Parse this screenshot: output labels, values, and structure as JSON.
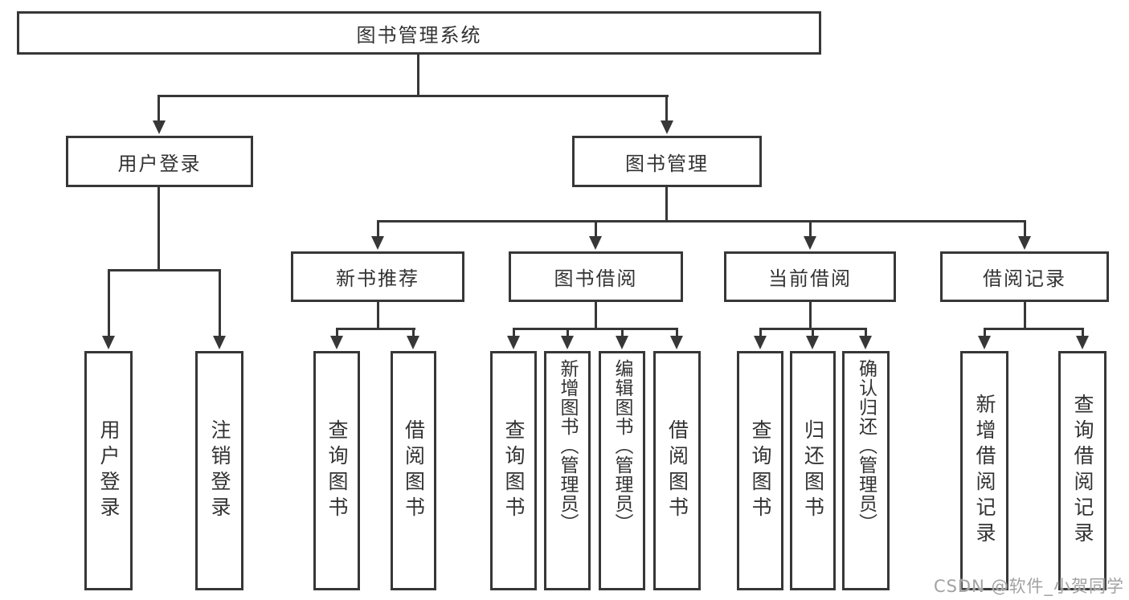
{
  "diagram_title": "图书管理系统",
  "tree": {
    "root": {
      "label": "图书管理系统",
      "children": [
        {
          "label": "用户登录",
          "children": [
            {
              "label": "用户登录"
            },
            {
              "label": "注销登录"
            }
          ]
        },
        {
          "label": "图书管理",
          "children": [
            {
              "label": "新书推荐",
              "children": [
                {
                  "label": "查询图书"
                },
                {
                  "label": "借阅图书"
                }
              ]
            },
            {
              "label": "图书借阅",
              "children": [
                {
                  "label": "查询图书"
                },
                {
                  "label": "新增图书（管理员）"
                },
                {
                  "label": "编辑图书（管理员）"
                },
                {
                  "label": "借阅图书"
                }
              ]
            },
            {
              "label": "当前借阅",
              "children": [
                {
                  "label": "查询图书"
                },
                {
                  "label": "归还图书"
                },
                {
                  "label": "确认归还（管理员）"
                }
              ]
            },
            {
              "label": "借阅记录",
              "children": [
                {
                  "label": "新增借阅记录"
                },
                {
                  "label": "查询借阅记录"
                }
              ]
            }
          ]
        }
      ]
    }
  },
  "watermark": {
    "text": "CSDN @软件_小贺同学"
  },
  "icons": {
    "arrow_down": "▼"
  },
  "colors": {
    "line": "#373737",
    "box_border": "#373737",
    "text": "#333333",
    "background": "#ffffff",
    "watermark": "#a2a2a2"
  }
}
